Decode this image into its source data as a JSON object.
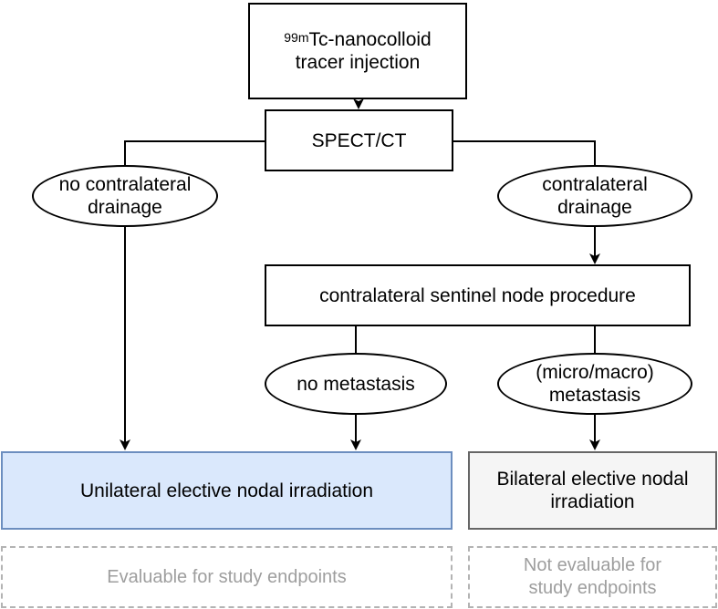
{
  "diagram": {
    "tracer": {
      "superscript": "99m",
      "line1": "Tc-nanocolloid",
      "line2": "tracer injection"
    },
    "spect": "SPECT/CT",
    "no_drainage": {
      "line1": "no contralateral",
      "line2": "drainage"
    },
    "drainage": {
      "line1": "contralateral",
      "line2": "drainage"
    },
    "procedure": "contralateral sentinel node procedure",
    "no_metastasis": "no metastasis",
    "metastasis": {
      "line1": "(micro/macro)",
      "line2": "metastasis"
    },
    "unilateral": "Unilateral elective nodal irradiation",
    "bilateral": {
      "line1": "Bilateral elective nodal",
      "line2": "irradiation"
    },
    "evaluable": "Evaluable for study endpoints",
    "not_evaluable": {
      "line1": "Not evaluable for",
      "line2": "study endpoints"
    }
  },
  "colors": {
    "line": "#000000",
    "unilateral_fill": "#dae8fc",
    "unilateral_border": "#6c8ebf",
    "bilateral_fill": "#f5f5f5",
    "bilateral_border": "#666666",
    "dashed_border": "#b3b3b3",
    "dashed_text": "#9e9e9e"
  }
}
